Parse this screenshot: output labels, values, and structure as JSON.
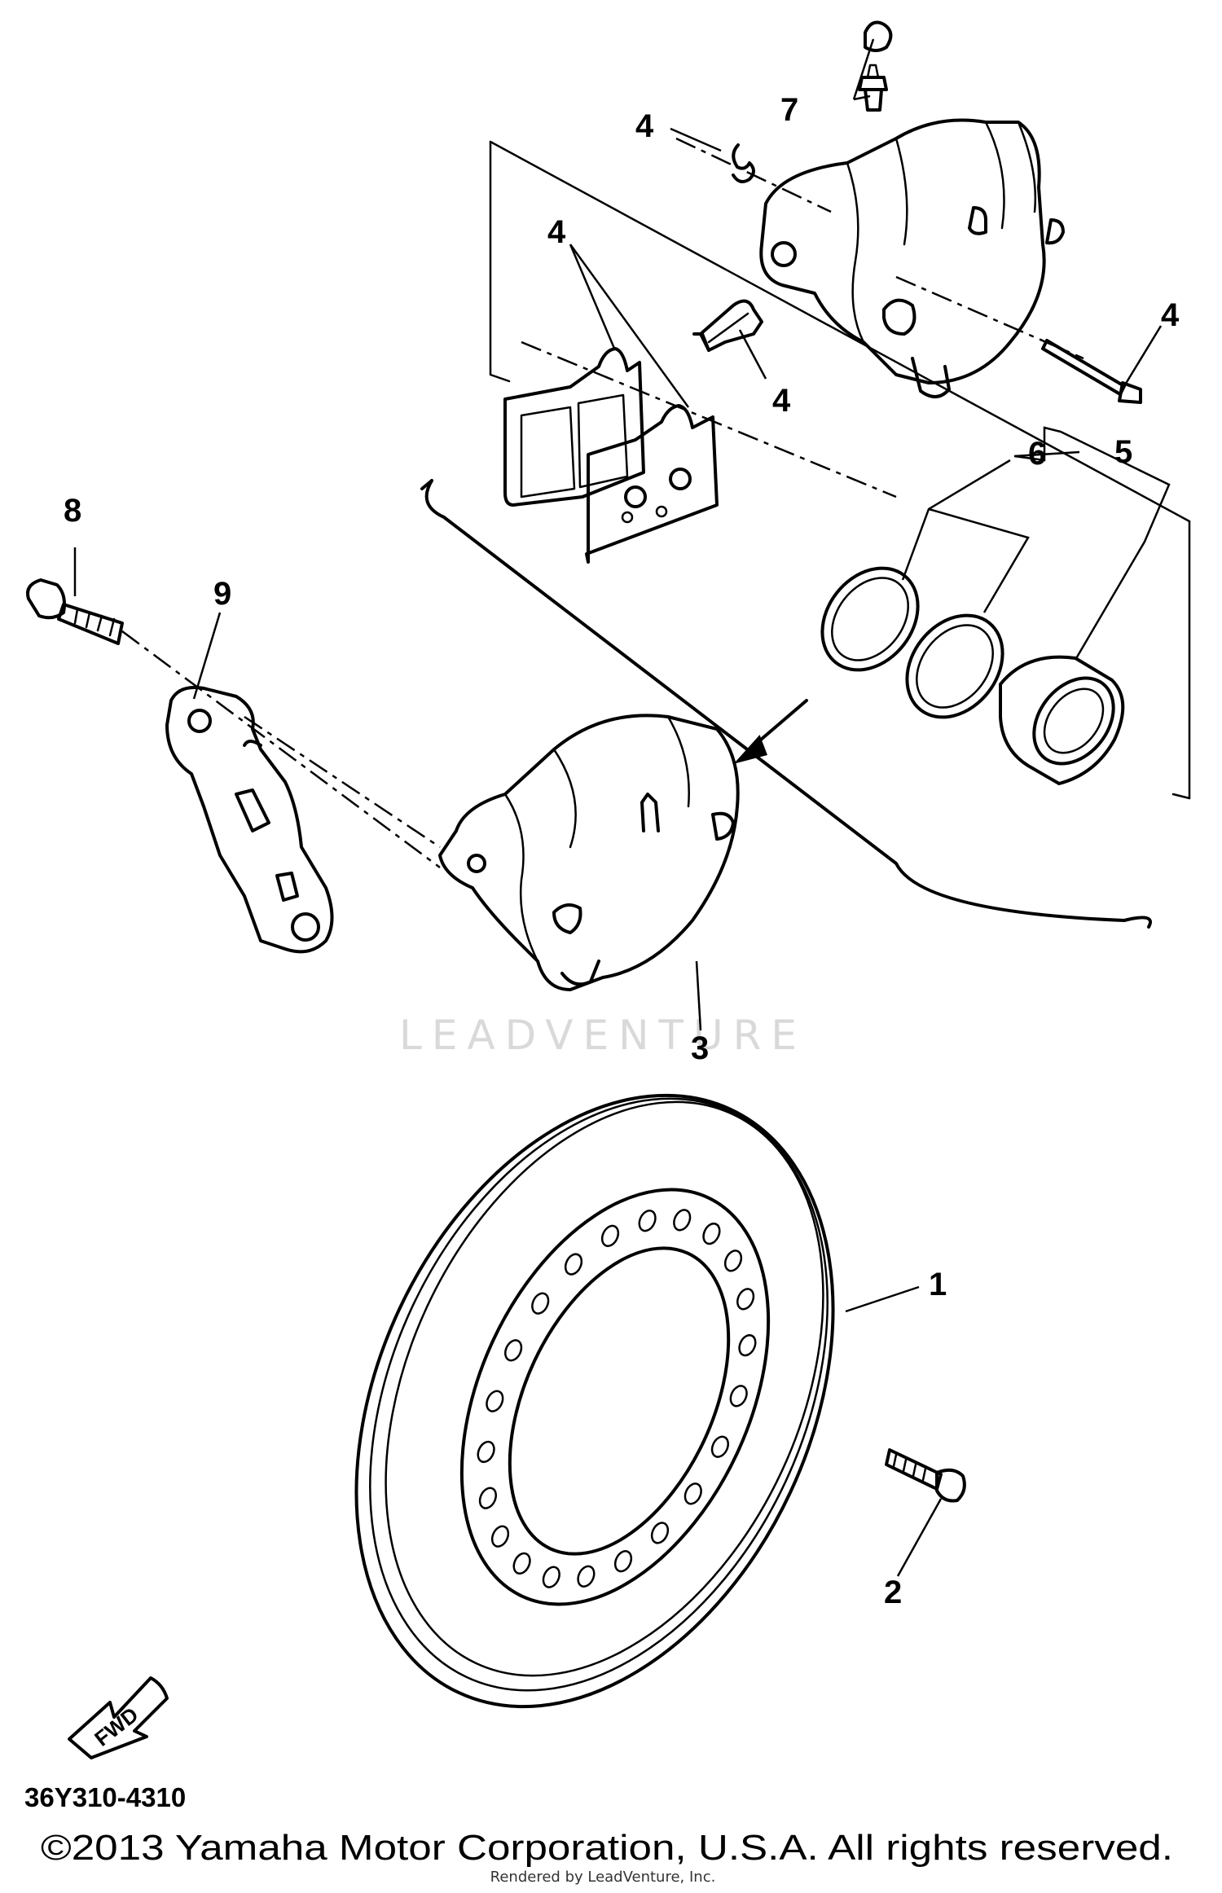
{
  "callouts": {
    "c1": "1",
    "c2": "2",
    "c3": "3",
    "c4a": "4",
    "c4b": "4",
    "c4c": "4",
    "c4d": "4",
    "c5": "5",
    "c6": "6",
    "c7": "7",
    "c8": "8",
    "c9": "9"
  },
  "watermark": "LEADVENTURE",
  "fwd_label": "FWD",
  "diagram_code": "36Y310-4310",
  "copyright": "©2013 Yamaha Motor Corporation, U.S.A. All rights reserved.",
  "rendered_by": "Rendered by LeadVenture, Inc.",
  "icons": {
    "disc": "brake-disc-icon",
    "bolt": "bolt-icon",
    "caliper": "caliper-icon",
    "bracket": "bracket-icon",
    "pad": "brake-pad-icon",
    "seal": "seal-ring-icon",
    "piston": "piston-icon",
    "bleed": "bleed-screw-icon",
    "arrow": "fwd-arrow-icon"
  }
}
